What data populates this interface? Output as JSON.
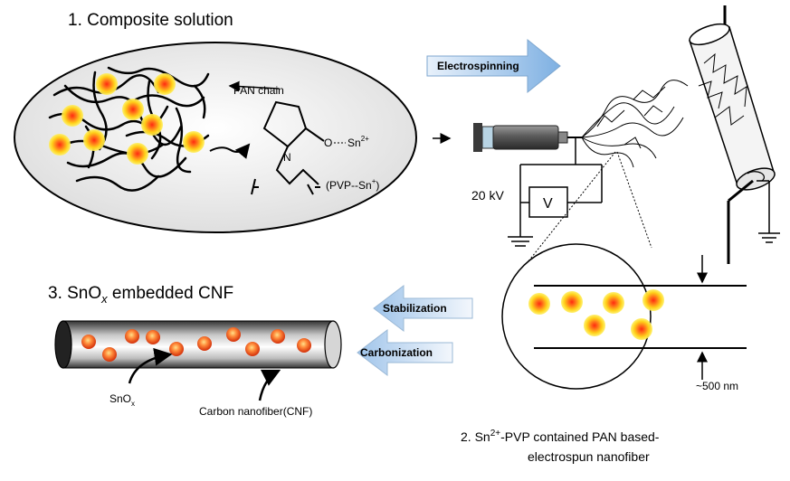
{
  "step1": {
    "title": "1. Composite solution"
  },
  "step2": {
    "title_line1_prefix": "2. Sn",
    "title_line1_sup": "2+",
    "title_line1_suffix": "-PVP contained PAN based-",
    "title_line2": "electrospun nanofiber"
  },
  "step3": {
    "title_prefix": "3. SnO",
    "title_sub": "x",
    "title_suffix": " embedded CNF"
  },
  "labels": {
    "pan_chain": "PAN chain",
    "carbonyl_o": "O",
    "sn_ion": "Sn",
    "sn_ion_sup": "2+",
    "nitrogen": "N",
    "pvp_sn_prefix": "(PVP--Sn",
    "pvp_sn_sup": "+",
    "pvp_sn_suffix": ")",
    "voltage": "20 kV",
    "voltmeter": "V",
    "diameter": "~500 nm",
    "snox_main": "SnO",
    "snox_sub": "x",
    "cnf": "Carbon nanofiber(CNF)"
  },
  "arrows": {
    "electrospinning": "Electrospinning",
    "stabilization": "Stabilization",
    "carbonization": "Carbonization"
  },
  "colors": {
    "particle_core": "#ff3b1f",
    "particle_glow": "#ffe100",
    "arrow_blue": "#8ab8e6",
    "ellipse_fill": "#eeeeee"
  }
}
